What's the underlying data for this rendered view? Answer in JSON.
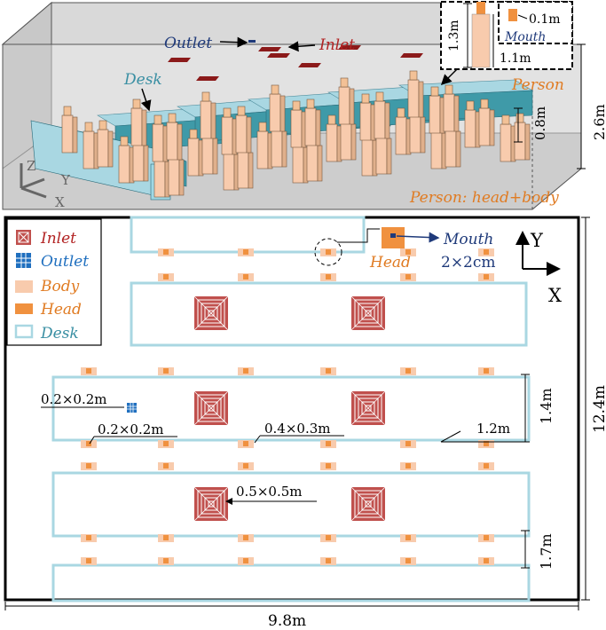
{
  "top_view": {
    "outlet": "Outlet",
    "inlet": "Inlet",
    "desk": "Desk",
    "person": "Person",
    "person_caption": "Person: head+body",
    "dim_height_person": "1.3m",
    "dim_mouth_height": "0.1m",
    "mouth": "Mouth",
    "dim_body_height": "1.1m",
    "dim_desk_height": "0.8m",
    "dim_room_height": "2.6m",
    "axis_z": "Z",
    "axis_y": "Y",
    "axis_x": "X"
  },
  "plan_view": {
    "legend": {
      "inlet": "Inlet",
      "outlet": "Outlet",
      "body": "Body",
      "head": "Head",
      "desk": "Desk"
    },
    "head_label": "Head",
    "mouth_label": "Mouth",
    "mouth_size": "2×2cm",
    "axis_y": "Y",
    "axis_x": "X",
    "outlet_size": "0.2×0.2m",
    "body_size": "0.2×0.2m",
    "desk_gap_size": "0.4×0.3m",
    "desk_depth": "1.2m",
    "desk_row_gap": "1.4m",
    "inlet_size": "0.5×0.5m",
    "row_spacing": "1.7m",
    "room_length": "12.4m",
    "room_width": "9.8m"
  },
  "colors": {
    "inlet": "#c0504d",
    "outlet": "#1f6fbf",
    "body": "#f8cbad",
    "head": "#f0913f",
    "desk": "#a9d7e2",
    "label_blue": "#1f3a7a",
    "label_red": "#b22222",
    "label_teal": "#3a8fa3",
    "label_orange": "#e07b22"
  }
}
